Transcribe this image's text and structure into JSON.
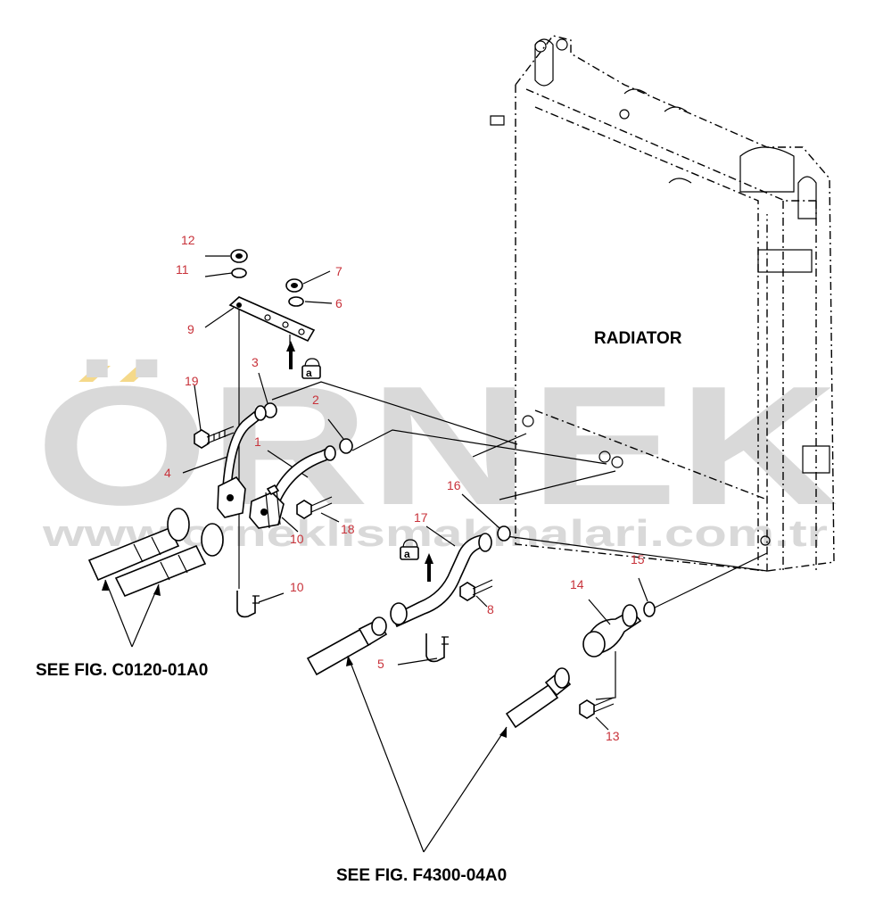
{
  "watermark": {
    "brand": "ÖRNEK",
    "url": "www.orneklismakmalari.com.tr",
    "accent_color": "#f5d98a",
    "text_color": "#d9d9d9"
  },
  "labels": {
    "radiator": "RADIATOR",
    "see_fig_c": "SEE FIG. C0120-01A0",
    "see_fig_f": "SEE FIG. F4300-04A0"
  },
  "callouts": [
    {
      "id": "c12",
      "text": "12"
    },
    {
      "id": "c11",
      "text": "11"
    },
    {
      "id": "c7",
      "text": "7"
    },
    {
      "id": "c6",
      "text": "6"
    },
    {
      "id": "c9",
      "text": "9"
    },
    {
      "id": "c3",
      "text": "3"
    },
    {
      "id": "c2",
      "text": "2"
    },
    {
      "id": "c19",
      "text": "19"
    },
    {
      "id": "c1",
      "text": "1"
    },
    {
      "id": "c4",
      "text": "4"
    },
    {
      "id": "c10a",
      "text": "10"
    },
    {
      "id": "c18",
      "text": "18"
    },
    {
      "id": "c16",
      "text": "16"
    },
    {
      "id": "c17",
      "text": "17"
    },
    {
      "id": "c10b",
      "text": "10"
    },
    {
      "id": "c8",
      "text": "8"
    },
    {
      "id": "c15",
      "text": "15"
    },
    {
      "id": "c14",
      "text": "14"
    },
    {
      "id": "c5",
      "text": "5"
    },
    {
      "id": "c13",
      "text": "13"
    }
  ],
  "colors": {
    "callout": "#c8323a",
    "lines": "#000000",
    "background": "#ffffff"
  }
}
